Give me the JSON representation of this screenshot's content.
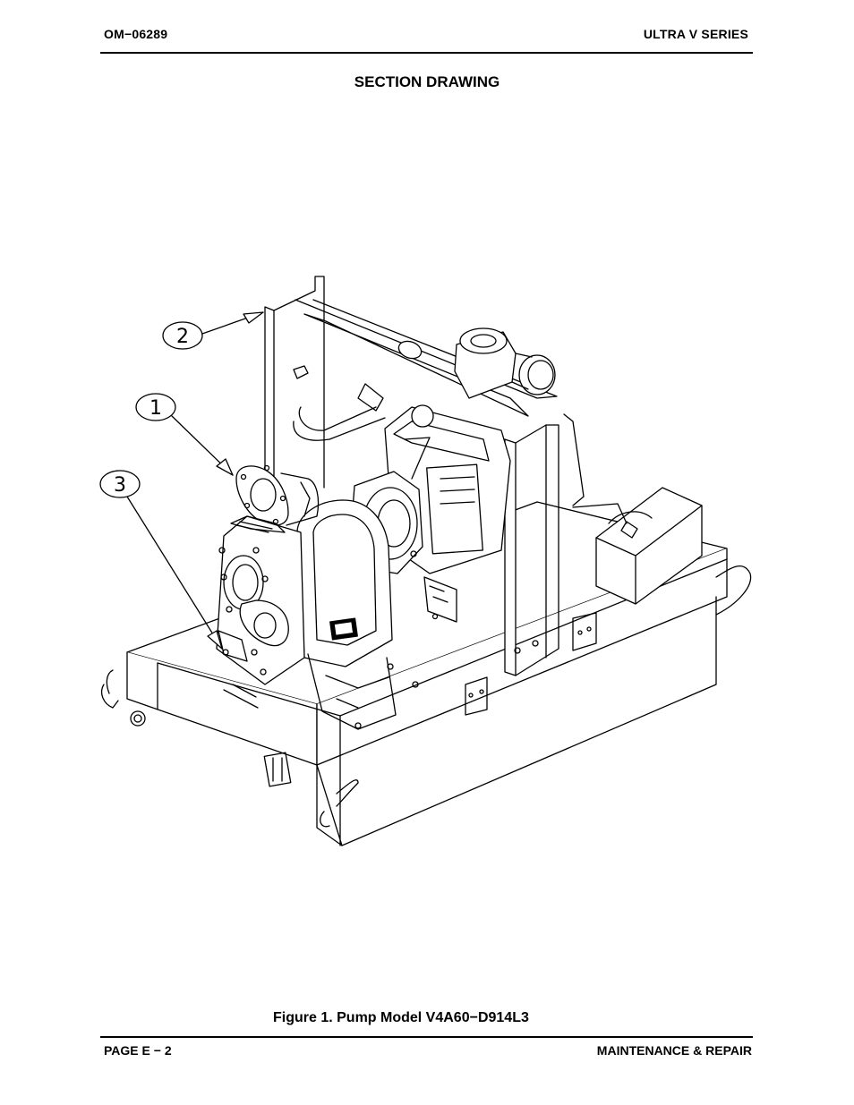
{
  "header": {
    "doc_number": "OM−06289",
    "series": "ULTRA V SERIES"
  },
  "section_title": "SECTION DRAWING",
  "figure": {
    "caption": "Figure 1.  Pump Model V4A60−D914L3",
    "callouts": [
      "2",
      "1",
      "3"
    ]
  },
  "footer": {
    "page": "PAGE E − 2",
    "section": "MAINTENANCE & REPAIR"
  }
}
